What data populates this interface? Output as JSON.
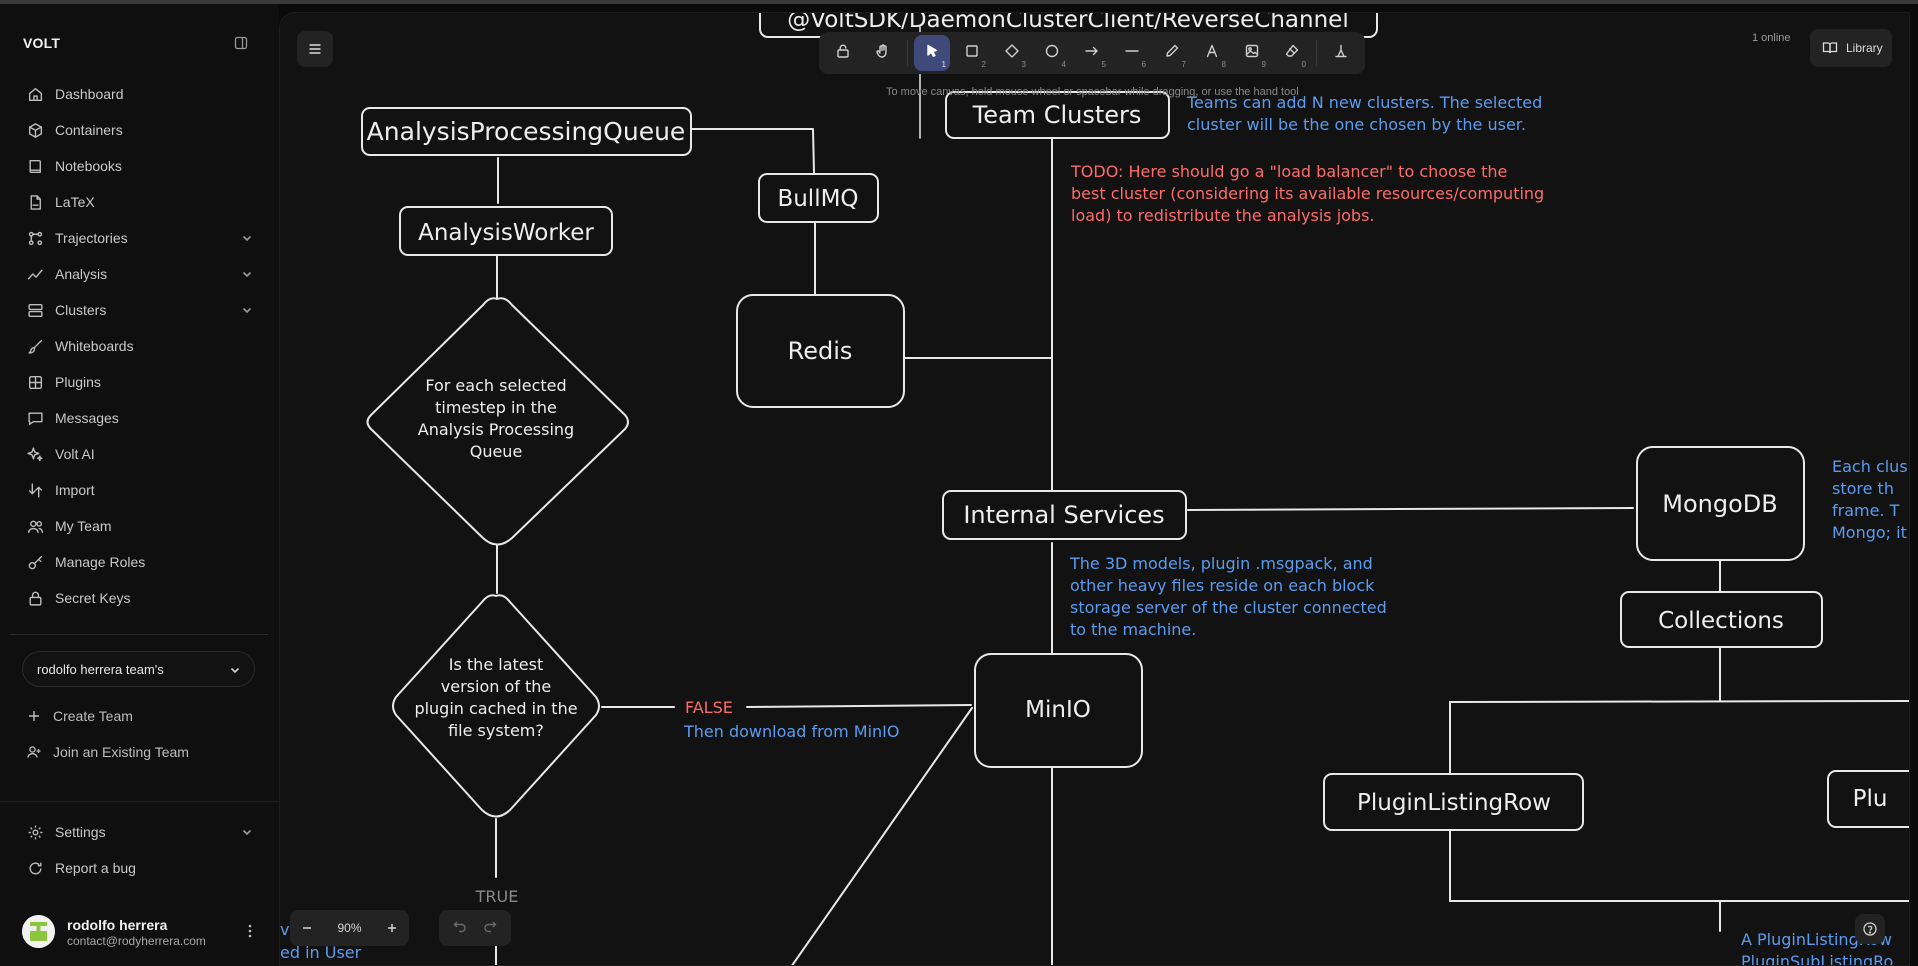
{
  "app": {
    "brand": "VOLT"
  },
  "sidebar": {
    "items": [
      {
        "label": "Dashboard",
        "icon": "dashboard-icon"
      },
      {
        "label": "Containers",
        "icon": "box-icon"
      },
      {
        "label": "Notebooks",
        "icon": "book-icon"
      },
      {
        "label": "LaTeX",
        "icon": "file-icon"
      },
      {
        "label": "Trajectories",
        "icon": "trajectory-icon",
        "expandable": true
      },
      {
        "label": "Analysis",
        "icon": "chart-line-icon",
        "expandable": true
      },
      {
        "label": "Clusters",
        "icon": "server-icon",
        "expandable": true
      },
      {
        "label": "Whiteboards",
        "icon": "brush-icon"
      },
      {
        "label": "Plugins",
        "icon": "plugin-icon"
      },
      {
        "label": "Messages",
        "icon": "message-icon"
      },
      {
        "label": "Volt AI",
        "icon": "sparkles-icon"
      },
      {
        "label": "Import",
        "icon": "import-icon"
      },
      {
        "label": "My Team",
        "icon": "users-icon"
      },
      {
        "label": "Manage Roles",
        "icon": "key-icon"
      },
      {
        "label": "Secret Keys",
        "icon": "lock-icon"
      }
    ],
    "team_select": "rodolfo herrera team's",
    "create_team": "Create Team",
    "join_team": "Join an Existing Team",
    "settings": "Settings",
    "report_bug": "Report a bug",
    "user": {
      "name": "rodolfo herrera",
      "email": "contact@rodyherrera.com"
    }
  },
  "canvas": {
    "online": "1 online",
    "library": "Library",
    "hint": "To move canvas, hold mouse wheel or spacebar while dragging, or use the hand tool",
    "zoom": "90%",
    "toolbar": [
      {
        "name": "lock-icon",
        "key": ""
      },
      {
        "name": "hand-icon",
        "key": ""
      },
      {
        "name": "selection-icon",
        "key": "1",
        "active": true
      },
      {
        "name": "rectangle-icon",
        "key": "2"
      },
      {
        "name": "diamond-icon",
        "key": "3"
      },
      {
        "name": "ellipse-icon",
        "key": "4"
      },
      {
        "name": "arrow-icon",
        "key": "5"
      },
      {
        "name": "line-icon",
        "key": "6"
      },
      {
        "name": "pencil-icon",
        "key": "7"
      },
      {
        "name": "text-icon",
        "key": "8"
      },
      {
        "name": "image-icon",
        "key": "9"
      },
      {
        "name": "eraser-icon",
        "key": "0"
      },
      {
        "name": "extra-tools-icon",
        "key": ""
      }
    ]
  },
  "diagram": {
    "top_node": "@VoltSDK/DaemonClusterClient/ReverseChannel",
    "queue": "AnalysisProcessingQueue",
    "worker": "AnalysisWorker",
    "bullmq": "BullMQ",
    "redis": "Redis",
    "team_clusters": "Team Clusters",
    "internal_services": "Internal Services",
    "mongodb": "MongoDB",
    "collections": "Collections",
    "minio": "MinIO",
    "plugin_row": "PluginListingRow",
    "plu_cut": "Plu",
    "decision1": [
      "For each selected",
      "timestep in the",
      "Analysis Processing",
      "Queue"
    ],
    "decision2": [
      "Is the latest",
      "version of the",
      "plugin cached in the",
      "file system?"
    ],
    "false_label": "FALSE",
    "false_note": "Then download from MinIO",
    "true_label": "TRUE",
    "note_clusters": [
      "Teams can add N new clusters. The selected",
      "cluster will be the one chosen by the user."
    ],
    "note_todo": [
      "TODO: Here should go a \"load balancer\" to choose the",
      "best cluster (considering its available resources/computing",
      "load) to redistribute the analysis jobs."
    ],
    "note_minio": [
      "The 3D models, plugin .msgpack, and",
      "other heavy files reside on each block",
      "storage server of the cluster connected",
      "to the machine."
    ],
    "note_mongo": [
      "Each clus",
      "store th",
      "frame. T",
      "Mongo; it"
    ],
    "note_plugin": [
      "A PluginListingRow",
      "PluginSubListingRo"
    ],
    "note_left": [
      "vc",
      "ed in  User"
    ]
  },
  "colors": {
    "note_blue": "#5a9cf0",
    "note_red": "#ff6b6b",
    "stroke": "#e8e8e8",
    "canvas_bg": "#121212",
    "active_tool": "#3f4a7a"
  }
}
